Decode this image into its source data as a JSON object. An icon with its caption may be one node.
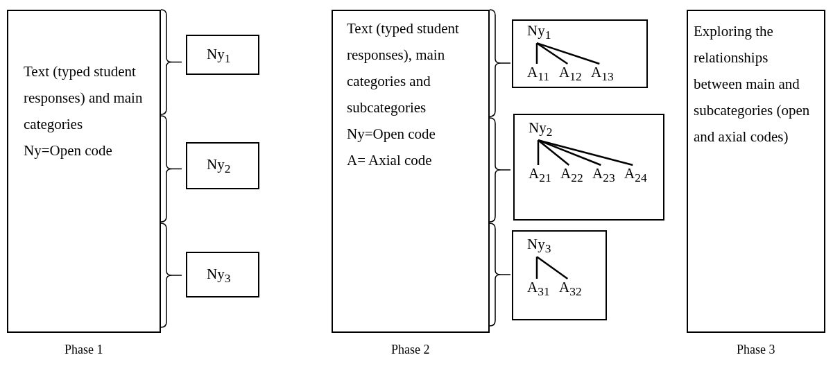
{
  "diagram": {
    "nodes": [
      {
        "text": [
          "Text (typed student responses) and main categories",
          "Ny=Open code"
        ],
        "beside": [
          "Phase 1"
        ]
      },
      {
        "text": [
          "Ny$_{1}$"
        ]
      },
      {
        "text": [
          "Ny$_{2}$"
        ]
      },
      {
        "text": [
          "Ny$_{3}$"
        ]
      },
      {
        "text": [
          "Text (typed student responses), main categories and subcategories",
          "Ny=Open code",
          "A= Axial code"
        ],
        "beside": [
          "Phase 2"
        ]
      },
      {
        "text": [],
        "shape": "box"
      },
      {
        "text": [
          "Ny$_{1}$"
        ],
        "in": 5
      },
      {
        "text": [
          "A$_{11}$"
        ],
        "in": 5
      },
      {
        "text": [
          "A$_{12}$"
        ],
        "in": 5
      },
      {
        "text": [
          "A$_{13}$"
        ],
        "in": 5
      },
      {
        "text": [],
        "shape": "box"
      },
      {
        "text": [
          "Ny$_{2}$"
        ],
        "in": 10
      },
      {
        "text": [
          "A$_{21}$"
        ],
        "in": 10
      },
      {
        "text": [
          "A$_{22}$"
        ],
        "in": 10
      },
      {
        "text": [
          "A$_{23}$"
        ],
        "in": 10
      },
      {
        "text": [
          "A$_{24}$"
        ],
        "in": 10
      },
      {
        "text": [],
        "shape": "box"
      },
      {
        "text": [
          "Ny$_{3}$"
        ],
        "in": 16
      },
      {
        "text": [
          "A$_{31}$"
        ],
        "in": 16
      },
      {
        "text": [
          "A$_{32}$"
        ],
        "in": 16
      },
      {
        "text": [
          "Exploring the relationships between main and subcategories (open and axial codes)"
        ],
        "beside": [
          "Phase 3"
        ]
      }
    ],
    "edges": [
      {
        "from": 6,
        "to": 7,
        "arrow": "none"
      },
      {
        "from": 6,
        "to": 8,
        "arrow": "none"
      },
      {
        "from": 6,
        "to": 9,
        "arrow": "none"
      },
      {
        "from": 11,
        "to": 12,
        "arrow": "none"
      },
      {
        "from": 11,
        "to": 13,
        "arrow": "none"
      },
      {
        "from": 11,
        "to": 14,
        "arrow": "none"
      },
      {
        "from": 11,
        "to": 15,
        "arrow": "none"
      },
      {
        "from": 17,
        "to": 18,
        "arrow": "none"
      },
      {
        "from": 17,
        "to": 19,
        "arrow": "none"
      }
    ]
  }
}
